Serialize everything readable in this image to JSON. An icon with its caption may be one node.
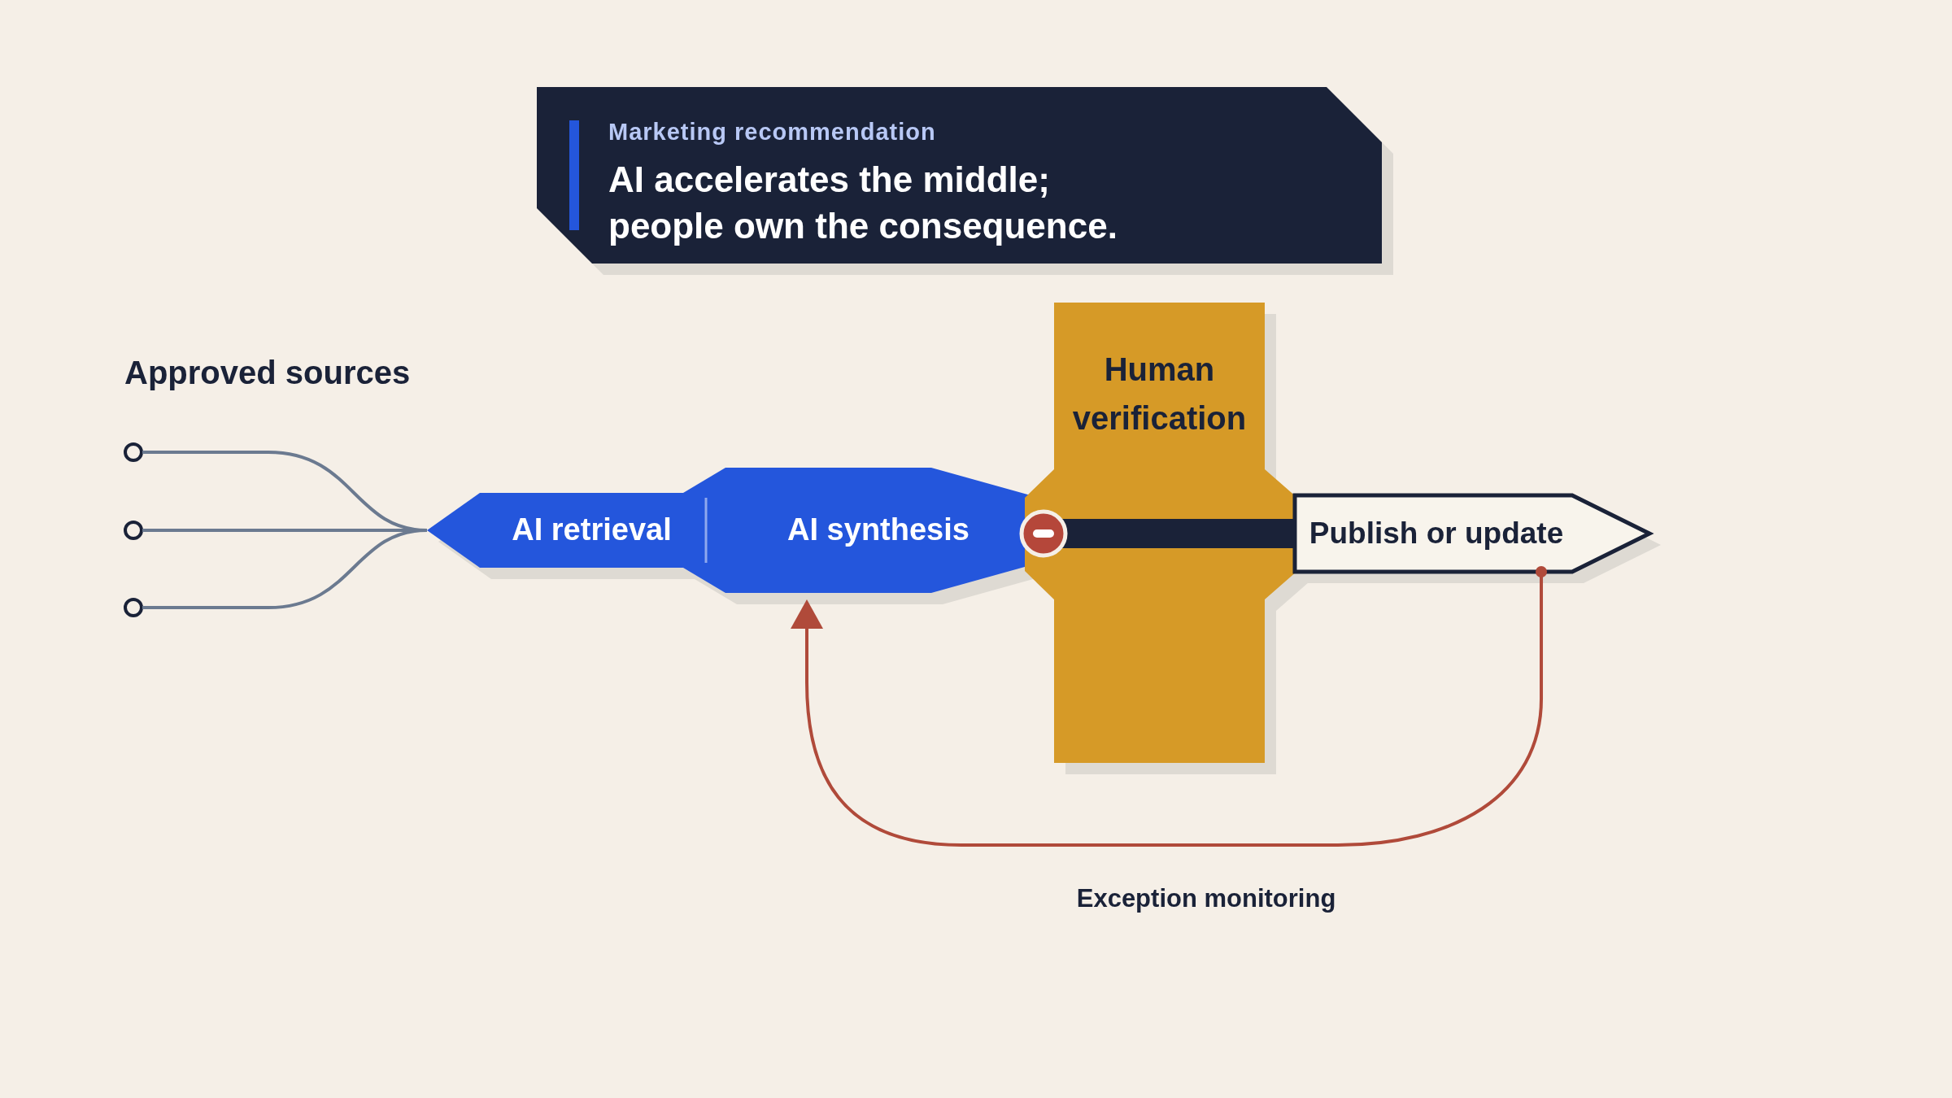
{
  "diagram": {
    "nodes": [
      {
        "text": [
          "Marketing recommendation",
          "AI accelerates the middle; people own the consequence."
        ]
      },
      {
        "text": [],
        "shape": "circle"
      },
      {
        "text": [],
        "shape": "circle"
      },
      {
        "text": [],
        "shape": "circle"
      },
      {
        "text": [
          "AI retrieval"
        ]
      },
      {
        "text": [
          "AI synthesis"
        ]
      },
      {
        "text": [
          "Human verification"
        ]
      },
      {
        "text": [
          "Publish or update"
        ]
      }
    ],
    "edges": [
      {
        "from": 1,
        "to": 4,
        "arrow": "none"
      },
      {
        "from": 2,
        "to": 4,
        "arrow": "none"
      },
      {
        "from": 3,
        "to": 4,
        "arrow": "none"
      },
      {
        "from": 7,
        "to": 5,
        "arrow": "to",
        "label": "Exception monitoring",
        "color": "#b04a3a"
      }
    ],
    "labels": [
      "Approved sources"
    ]
  }
}
